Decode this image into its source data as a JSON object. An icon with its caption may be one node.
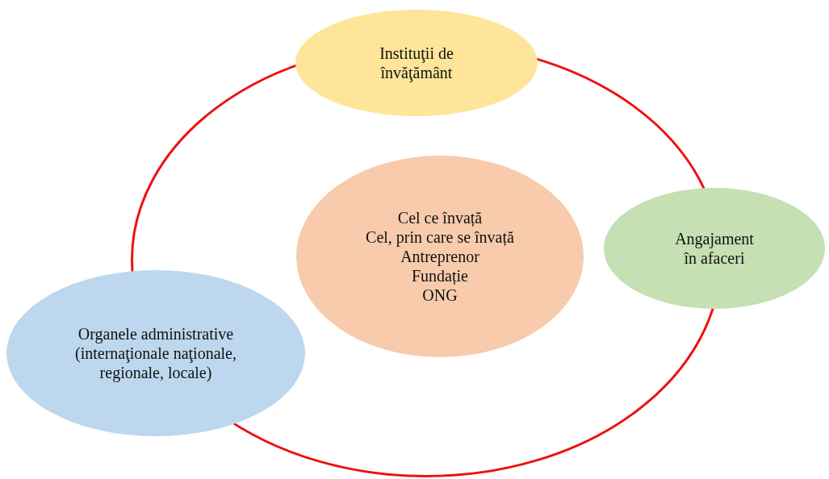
{
  "diagram": {
    "nodes": [
      {
        "text": [],
        "shape": "circle"
      },
      {
        "text": [
          "Instituţii de învăţământ"
        ]
      },
      {
        "text": [
          "Cel ce învață",
          "Cel, prin care se învață",
          "Antreprenor",
          "Fundație",
          "ONG"
        ],
        "in": 0
      },
      {
        "text": [
          "Angajament în afaceri"
        ]
      },
      {
        "text": [
          "Organele administrative (internaţionale naţionale, regionale, locale)"
        ]
      }
    ]
  }
}
